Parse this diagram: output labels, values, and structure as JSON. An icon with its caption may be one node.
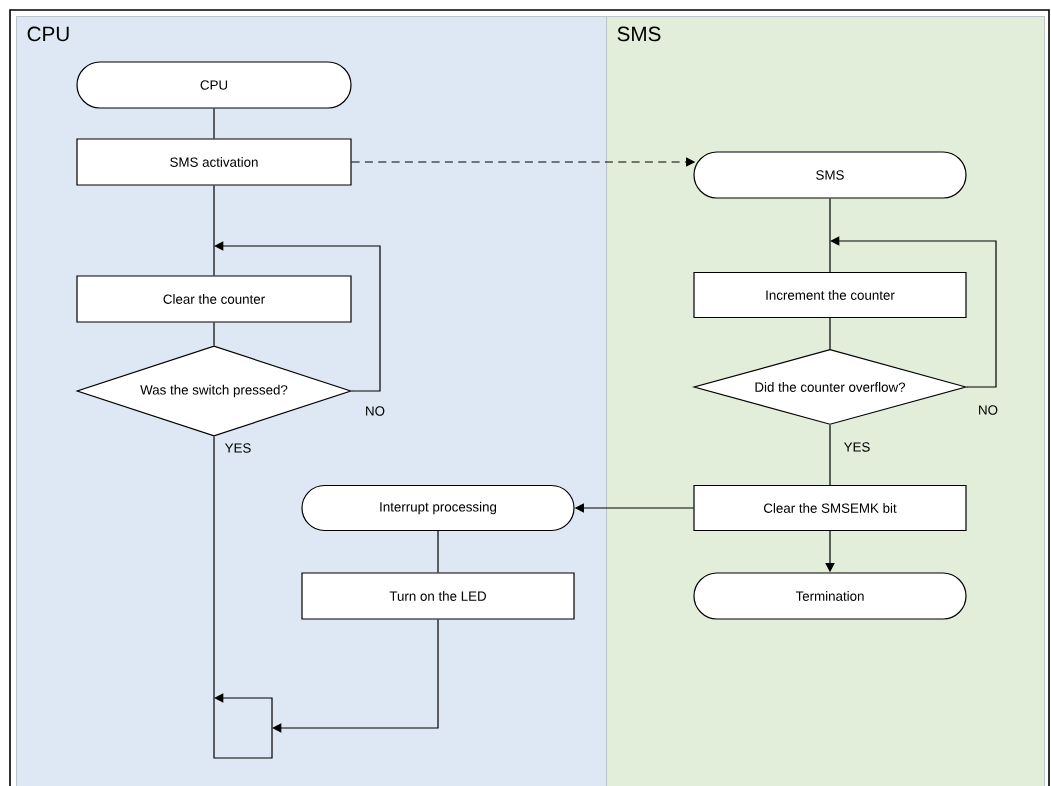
{
  "diagram": {
    "nodes": [
      {
        "text": [
          "CPU"
        ]
      },
      {
        "text": [
          "SMS"
        ]
      },
      {
        "text": [
          "CPU"
        ],
        "in": 0
      },
      {
        "text": [
          "SMS activation"
        ],
        "in": 0
      },
      {
        "text": [
          "Clear the counter"
        ],
        "in": 0
      },
      {
        "text": [
          "Was the switch pressed?"
        ],
        "in": 0
      },
      {
        "text": [
          "Interrupt processing"
        ],
        "in": 0
      },
      {
        "text": [
          "Turn on the LED"
        ],
        "in": 0
      },
      {
        "text": [
          "SMS"
        ],
        "in": 1
      },
      {
        "text": [
          "Increment the counter"
        ],
        "in": 1
      },
      {
        "text": [
          "Did the counter overflow?"
        ],
        "in": 1
      },
      {
        "text": [
          "Clear the SMSEMK bit"
        ],
        "in": 1
      },
      {
        "text": [
          "Termination"
        ],
        "in": 1
      }
    ],
    "edges": [
      {
        "from": 2,
        "to": 3,
        "arrow": "none"
      },
      {
        "from": 3,
        "to": 4,
        "arrow": "none"
      },
      {
        "from": 4,
        "to": 5,
        "arrow": "none"
      },
      {
        "from": 5,
        "to": 4,
        "arrow": "to",
        "label": "NO"
      },
      {
        "from": 3,
        "to": 8,
        "arrow": "to",
        "style": "dashed"
      },
      {
        "from": 8,
        "to": 9,
        "arrow": "none"
      },
      {
        "from": 9,
        "to": 10,
        "arrow": "none"
      },
      {
        "from": 10,
        "to": 9,
        "arrow": "to",
        "label": "NO"
      },
      {
        "from": 10,
        "to": 11,
        "arrow": "none",
        "label": "YES"
      },
      {
        "from": 11,
        "to": 6,
        "arrow": "to"
      },
      {
        "from": 11,
        "to": 12,
        "arrow": "to"
      },
      {
        "from": 6,
        "to": 7,
        "arrow": "none"
      },
      {
        "from": 5,
        "to": null,
        "arrow": "to",
        "label": "YES"
      },
      {
        "from": 7,
        "to": null,
        "arrow": "to"
      }
    ]
  }
}
